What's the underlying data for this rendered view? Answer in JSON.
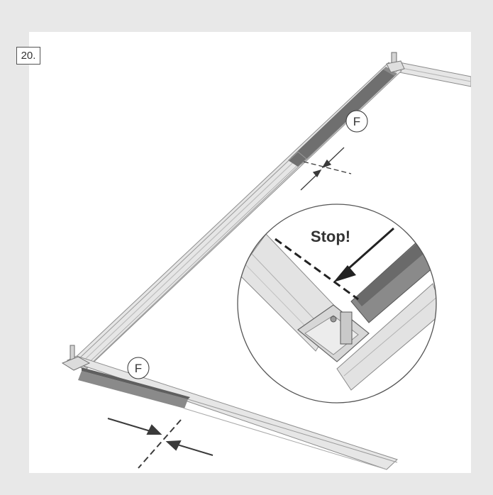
{
  "step": {
    "number": "20."
  },
  "callouts": {
    "part_letter_top": "F",
    "part_letter_bottom": "F"
  },
  "detail": {
    "label": "Stop!"
  },
  "colors": {
    "background": "#e8e8e8",
    "panel": "#ffffff",
    "profile_light": "#e4e4e4",
    "profile_mid": "#cfcfcf",
    "profile_dark": "#7a7a7a",
    "line": "#3a3a3a"
  }
}
